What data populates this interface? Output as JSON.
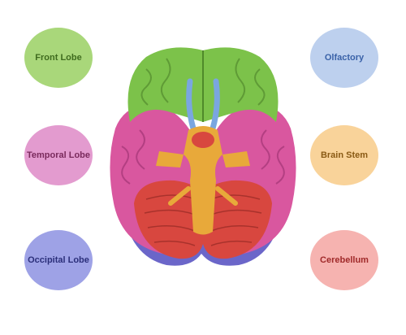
{
  "labels": {
    "frontal_lobe": "Front Lobe",
    "temporal_lobe": "Temporal Lobe",
    "occipital_lobe": "Occipital Lobe",
    "olfactory": "Olfactory",
    "brain_stem": "Brain Stem",
    "cerebellum": "Cerebellum"
  },
  "colors": {
    "frontal_lobe_bubble": "#a9d77a",
    "frontal_lobe_text": "#3f6b1e",
    "temporal_lobe_bubble": "#e39bcf",
    "temporal_lobe_text": "#7a2a5c",
    "occipital_lobe_bubble": "#9ea2e6",
    "occipital_lobe_text": "#2b2f7a",
    "olfactory_bubble": "#bdd0ee",
    "olfactory_text": "#3a62a8",
    "brain_stem_bubble": "#f9d39a",
    "brain_stem_text": "#8a5a14",
    "cerebellum_bubble": "#f6b3b0",
    "cerebellum_text": "#a02a2a",
    "frontal_lobe_region": "#7cc24a",
    "temporal_lobe_region": "#d9579f",
    "occipital_lobe_region": "#6b66c9",
    "olfactory_region": "#7aa6e0",
    "brain_stem_region": "#e8a93a",
    "cerebellum_region": "#d8473f"
  }
}
